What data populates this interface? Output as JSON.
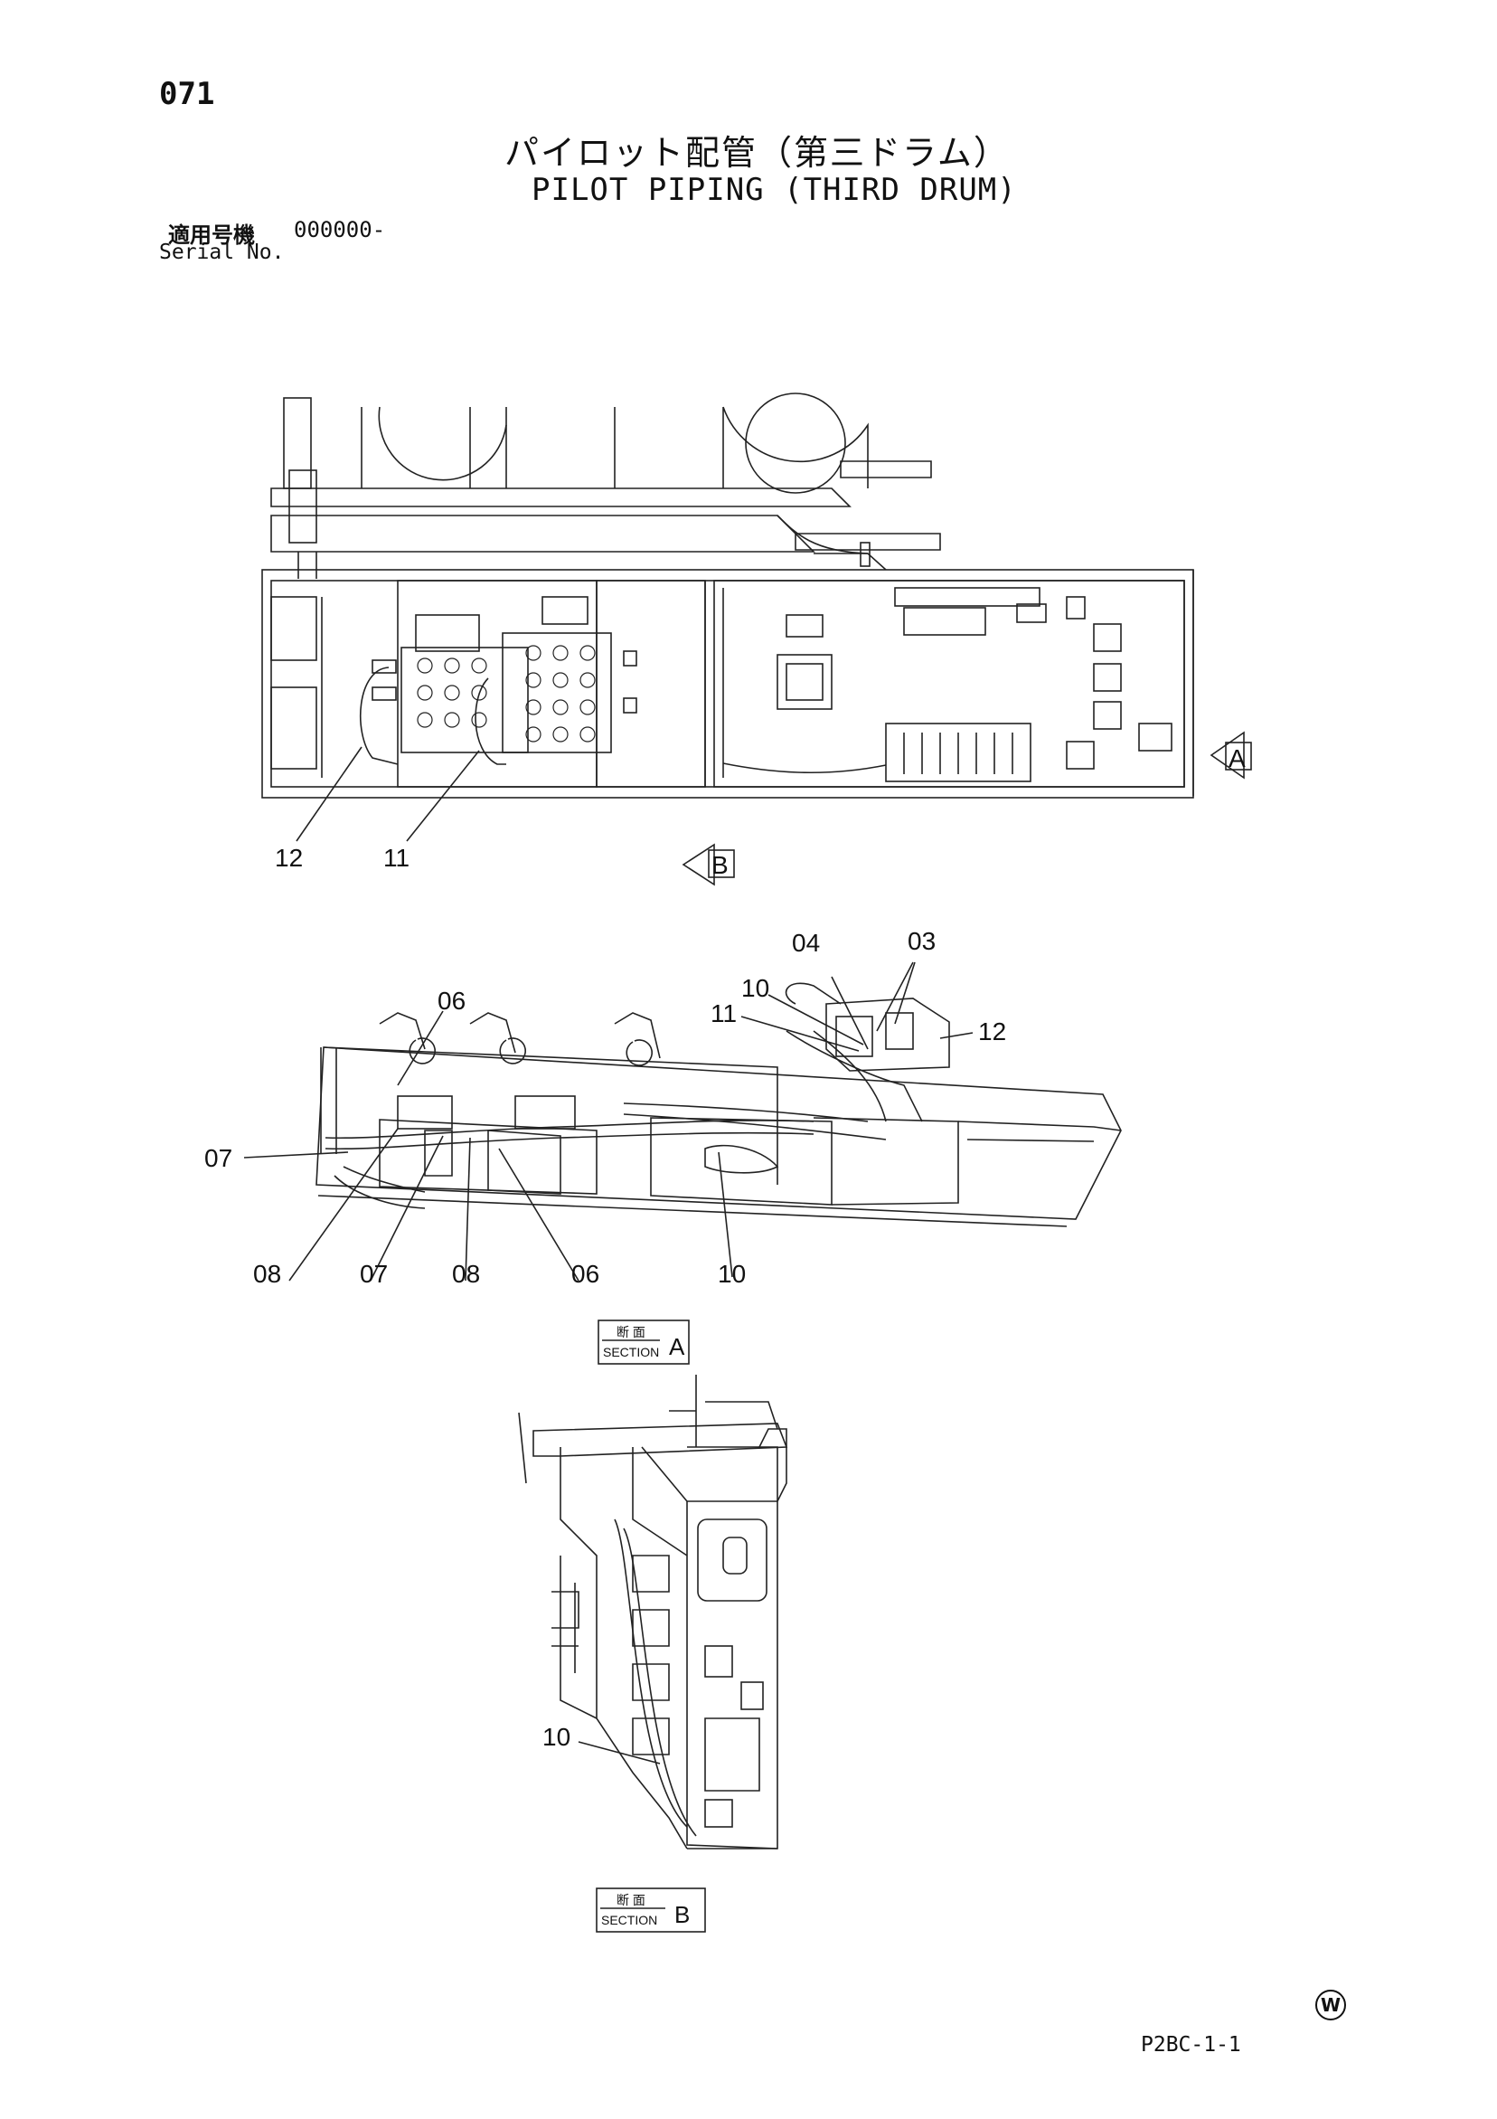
{
  "page_number": "071",
  "title_jp": "パイロット配管（第三ドラム）",
  "title_en": "PILOT PIPING (THIRD DRUM)",
  "serial": {
    "label_jp": "適用号機",
    "value": "000000-",
    "label_en": "Serial No."
  },
  "view_marks": {
    "a": "A",
    "b": "B"
  },
  "labels": {
    "top_12": "12",
    "top_11": "11",
    "mid_04": "04",
    "mid_03": "03",
    "mid_10": "10",
    "mid_11": "11",
    "mid_12": "12",
    "mid_06_top": "06",
    "mid_07_left": "07",
    "mid_08_a": "08",
    "mid_07_b": "07",
    "mid_08_b": "08",
    "mid_06_b": "06",
    "mid_10_b": "10",
    "bot_10": "10"
  },
  "sections": {
    "a": {
      "jp": "断 面",
      "en": "SECTION",
      "letter": "A"
    },
    "b": {
      "jp": "断 面",
      "en": "SECTION",
      "letter": "B"
    }
  },
  "footer_code": "P2BC-1-1",
  "corner_symbol": "W"
}
